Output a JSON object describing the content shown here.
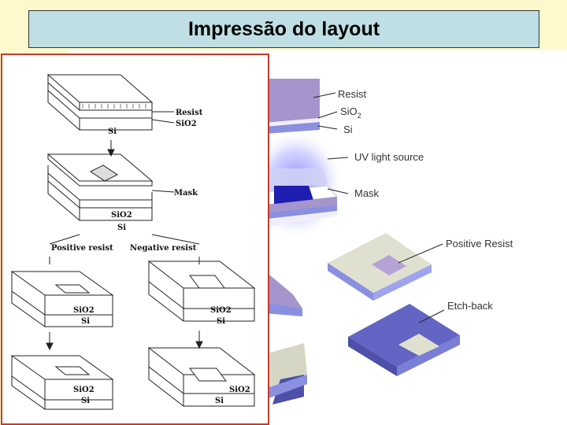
{
  "title": "Impressão do layout",
  "right_diagram": {
    "labels": {
      "resist": "Resist",
      "sio2": "SiO",
      "sio2_sub": "2",
      "si": "Si",
      "uv": "UV light source",
      "mask": "Mask",
      "positive_resist": "Positive Resist",
      "etch_back": "Etch-back"
    }
  },
  "left_sketch": {
    "labels": {
      "resist": "Resist",
      "sio2_top": "SiO2",
      "si_top": "Si",
      "mask": "Mask",
      "sio2_mid": "SiO2",
      "si_mid": "Si",
      "positive": "Positive resist",
      "negative": "Negative resist",
      "sio2_pos1": "SiO2",
      "si_pos1": "Si",
      "sio2_neg1": "SiO2",
      "si_neg1": "Si",
      "sio2_pos2": "SiO2",
      "si_pos2": "Si",
      "sio2_neg2": "SiO2",
      "si_neg2": "Si"
    }
  }
}
